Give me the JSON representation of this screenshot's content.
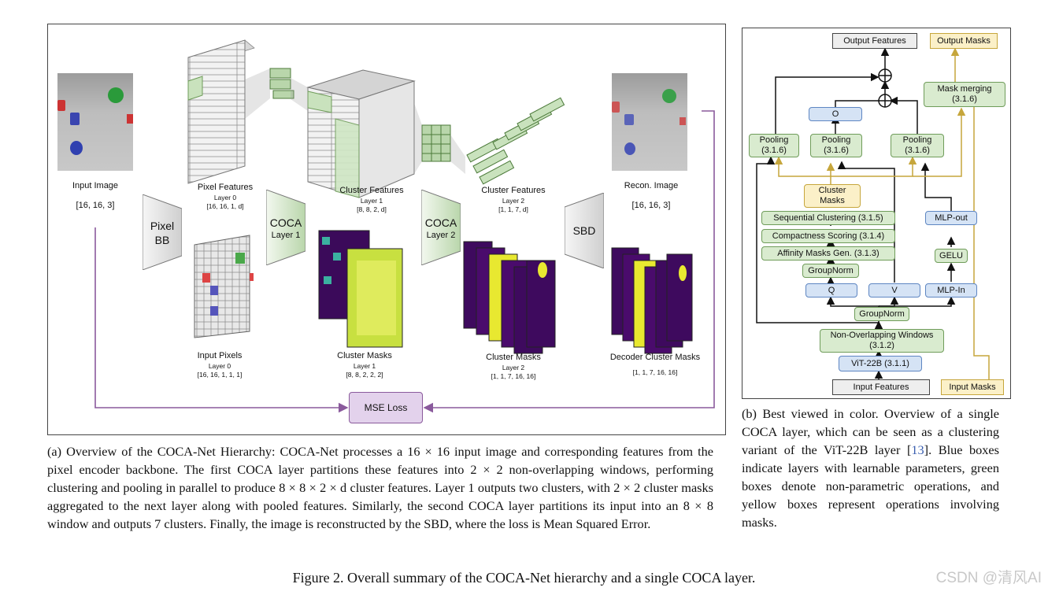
{
  "panel_a": {
    "input_image": {
      "title": "Input Image",
      "shape": "[16, 16, 3]"
    },
    "pixel_bb": {
      "line1": "Pixel",
      "line2": "BB"
    },
    "pixel_features": {
      "title": "Pixel Features",
      "layer": "Layer 0",
      "shape": "[16, 16, 1, d]"
    },
    "input_pixels": {
      "title": "Input Pixels",
      "layer": "Layer 0",
      "shape": "[16, 16, 1, 1, 1]"
    },
    "coca1": {
      "line1": "COCA",
      "line2": "Layer 1"
    },
    "cluster_features_1": {
      "title": "Cluster Features",
      "layer": "Layer 1",
      "shape": "[8, 8, 2, d]"
    },
    "cluster_masks_1": {
      "title": "Cluster Masks",
      "layer": "Layer 1",
      "shape": "[8, 8, 2, 2, 2]"
    },
    "coca2": {
      "line1": "COCA",
      "line2": "Layer 2"
    },
    "cluster_features_2": {
      "title": "Cluster Features",
      "layer": "Layer 2",
      "shape": "[1, 1, 7, d]"
    },
    "cluster_masks_2": {
      "title": "Cluster Masks",
      "layer": "Layer 2",
      "shape": "[1, 1, 7, 16, 16]"
    },
    "sbd": "SBD",
    "recon_image": {
      "title": "Recon. Image",
      "shape": "[16, 16, 3]"
    },
    "decoder_masks": {
      "title": "Decoder Cluster Masks",
      "shape": "[1, 1, 7, 16, 16]"
    },
    "mse_loss": "MSE Loss"
  },
  "panel_b": {
    "output_features": "Output Features",
    "output_masks": "Output Masks",
    "mask_merging": {
      "line1": "Mask merging",
      "line2": "(3.1.6)"
    },
    "o": "O",
    "pooling_left": {
      "line1": "Pooling",
      "line2": "(3.1.6)"
    },
    "pooling_mid": {
      "line1": "Pooling",
      "line2": "(3.1.6)"
    },
    "pooling_right": {
      "line1": "Pooling",
      "line2": "(3.1.6)"
    },
    "cluster_masks": {
      "line1": "Cluster",
      "line2": "Masks"
    },
    "sequential_clustering": "Sequential Clustering (3.1.5)",
    "compactness_scoring": "Compactness Scoring (3.1.4)",
    "affinity_masks": "Affinity Masks Gen. (3.1.3)",
    "groupnorm_top": "GroupNorm",
    "mlp_out": "MLP-out",
    "gelu": "GELU",
    "q": "Q",
    "v": "V",
    "mlp_in": "MLP-In",
    "groupnorm_bottom": "GroupNorm",
    "non_overlapping": {
      "line1": "Non-Overlapping Windows",
      "line2": "(3.1.2)"
    },
    "vit": "ViT-22B (3.1.1)",
    "input_features": "Input Features",
    "input_masks": "Input Masks"
  },
  "captions": {
    "a": "(a) Overview of the COCA-Net Hierarchy: COCA-Net processes a 16 × 16 input image and corresponding features from the pixel encoder backbone. The first COCA layer partitions these features into 2 × 2 non-overlapping windows, performing clustering and pooling in parallel to produce 8 × 8 × 2 × d cluster features. Layer 1 outputs two clusters, with 2 × 2 cluster masks aggregated to the next layer along with pooled features. Similarly, the second COCA layer partitions its input into an 8 × 8 window and outputs 7 clusters. Finally, the image is reconstructed by the SBD, where the loss is Mean Squared Error.",
    "b_before": "(b) Best viewed in color. Overview of a single COCA layer, which can be seen as a clustering variant of the ViT-22B layer [",
    "b_cite": "13",
    "b_after": "]. Blue boxes indicate layers with learnable parameters, green boxes denote non-parametric operations, and yellow boxes represent operations involving masks."
  },
  "figure_title": "Figure 2. Overall summary of the COCA-Net hierarchy and a single COCA layer.",
  "watermark": "CSDN @清风AI"
}
